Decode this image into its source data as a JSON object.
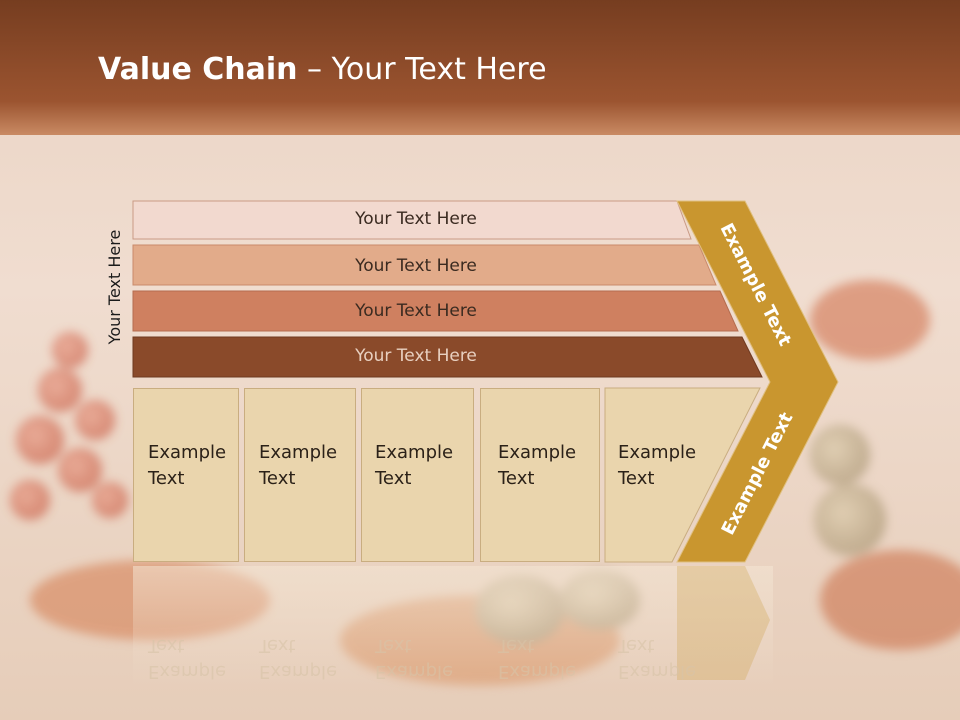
{
  "slide": {
    "title_bold": "Value Chain",
    "title_rest": " – Your Text Here",
    "side_label": "Your Text Here",
    "bands": [
      {
        "label": "Your Text Here"
      },
      {
        "label": "Your Text Here"
      },
      {
        "label": "Your Text Here"
      },
      {
        "label": "Your Text Here"
      }
    ],
    "boxes": [
      {
        "label": "Example\nText"
      },
      {
        "label": "Example\nText"
      },
      {
        "label": "Example\nText"
      },
      {
        "label": "Example\nText"
      },
      {
        "label": "Example\nText"
      }
    ],
    "chevron_top": "Example Text",
    "chevron_bottom": "Example Text"
  },
  "colors": {
    "header": "#8b4a25",
    "band1": "#f2d9cf",
    "band2": "#e2ab8a",
    "band3": "#cf8060",
    "band4": "#8a4a2a",
    "boxes": "#ead5ad",
    "chevron": "#c9962f"
  }
}
